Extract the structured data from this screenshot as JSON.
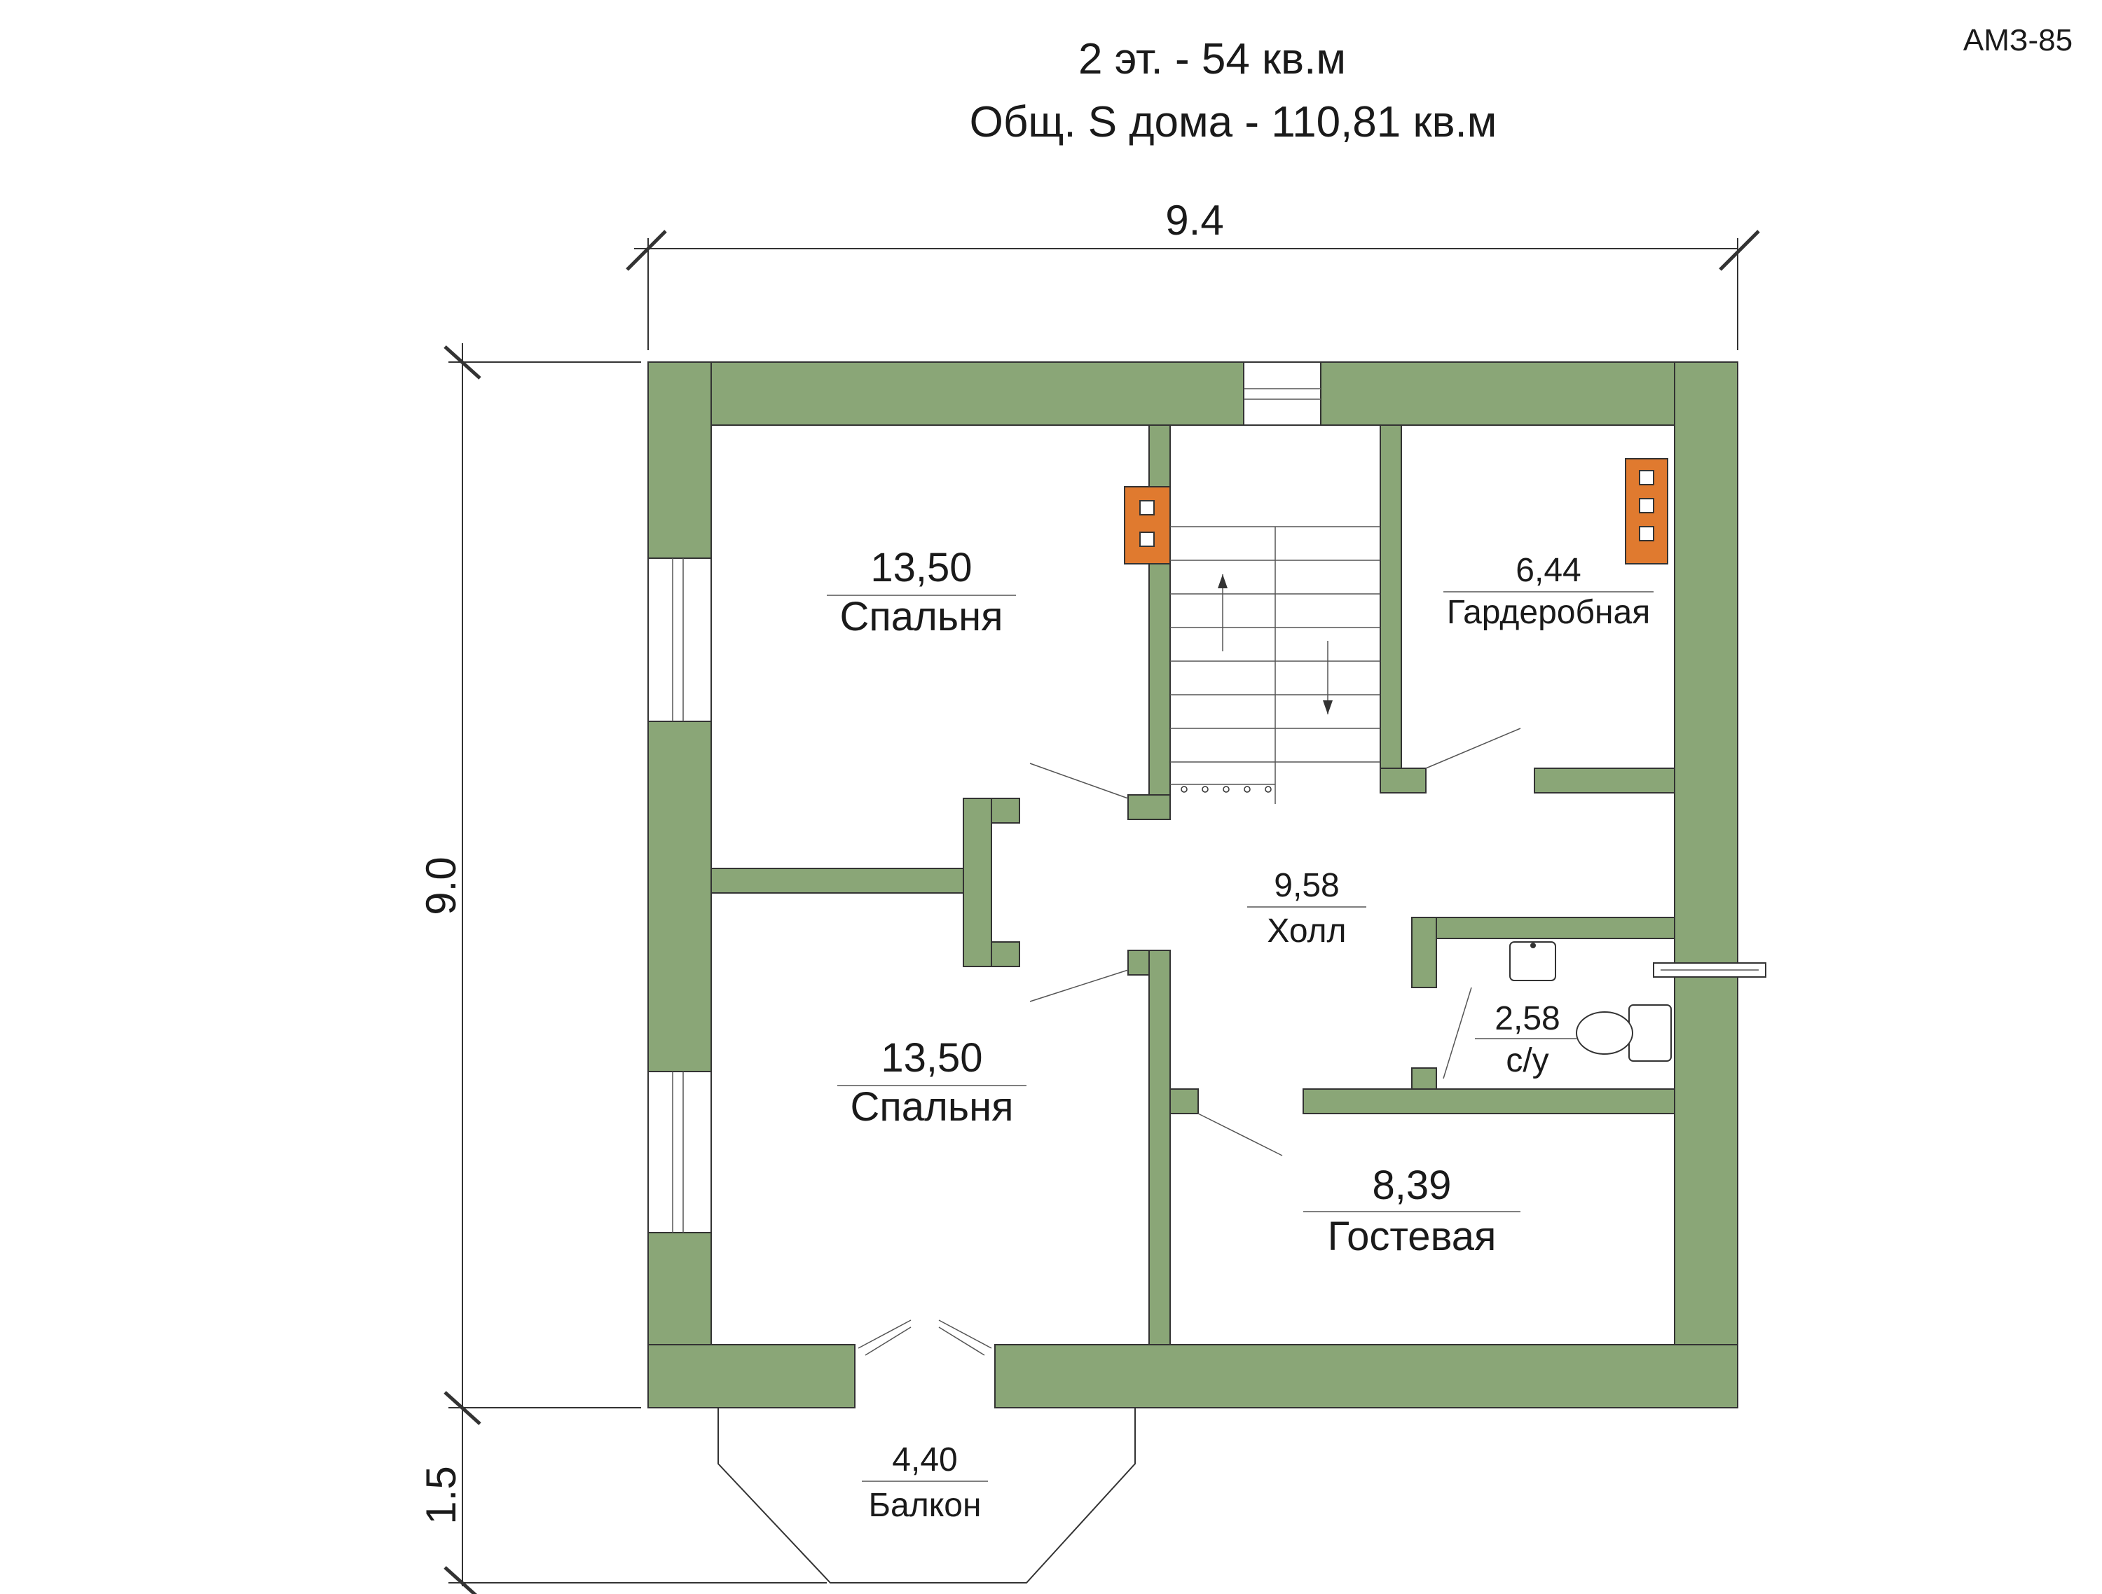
{
  "header": {
    "title_line1": "2 эт. - 54 кв.м",
    "title_line2": "Общ. S дома - 110,81 кв.м",
    "project_code": "АМЗ-85"
  },
  "dimensions": {
    "width": "9.4",
    "height": "9.0",
    "balcony_depth": "1.5"
  },
  "rooms": [
    {
      "area": "13,50",
      "name": "Спальня"
    },
    {
      "area": "6,44",
      "name": "Гардеробная"
    },
    {
      "area": "9,58",
      "name": "Холл"
    },
    {
      "area": "13,50",
      "name": "Спальня"
    },
    {
      "area": "2,58",
      "name": "с/у"
    },
    {
      "area": "8,39",
      "name": "Гостевая"
    },
    {
      "area": "4,40",
      "name": "Балкон"
    }
  ],
  "colors": {
    "wall": "#8aa677",
    "chimney": "#e07a2f"
  }
}
